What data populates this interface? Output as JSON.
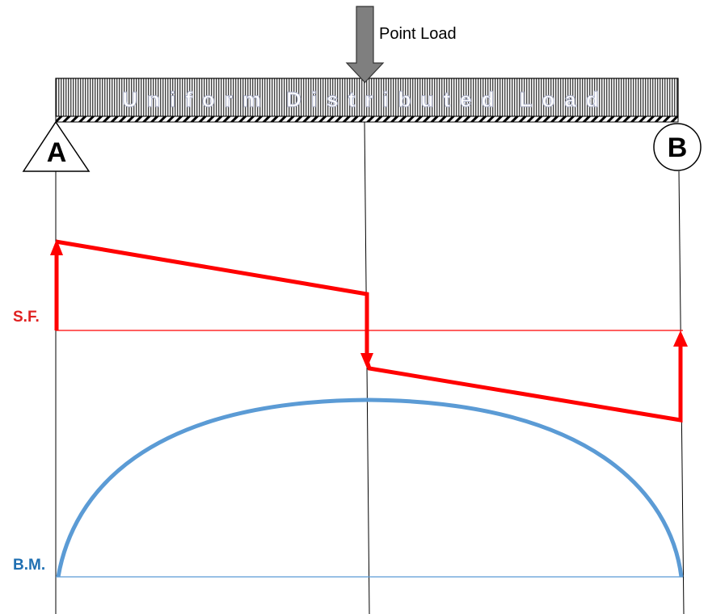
{
  "labels": {
    "point_load": "Point Load",
    "udl": "Uniform Distributed Load",
    "support_a": "A",
    "support_b": "B",
    "shear_force": "S.F.",
    "bending_moment": "B.M."
  },
  "colors": {
    "shear_force": "#ff0000",
    "shear_force_label": "#e02020",
    "bending_moment": "#5b9bd5",
    "bending_moment_label": "#1f6fb2",
    "point_load_arrow": "#7f7f7f"
  },
  "icons": {
    "support_a": "triangle-pin-support",
    "support_b": "circle-roller-support",
    "point_load": "down-arrow"
  }
}
